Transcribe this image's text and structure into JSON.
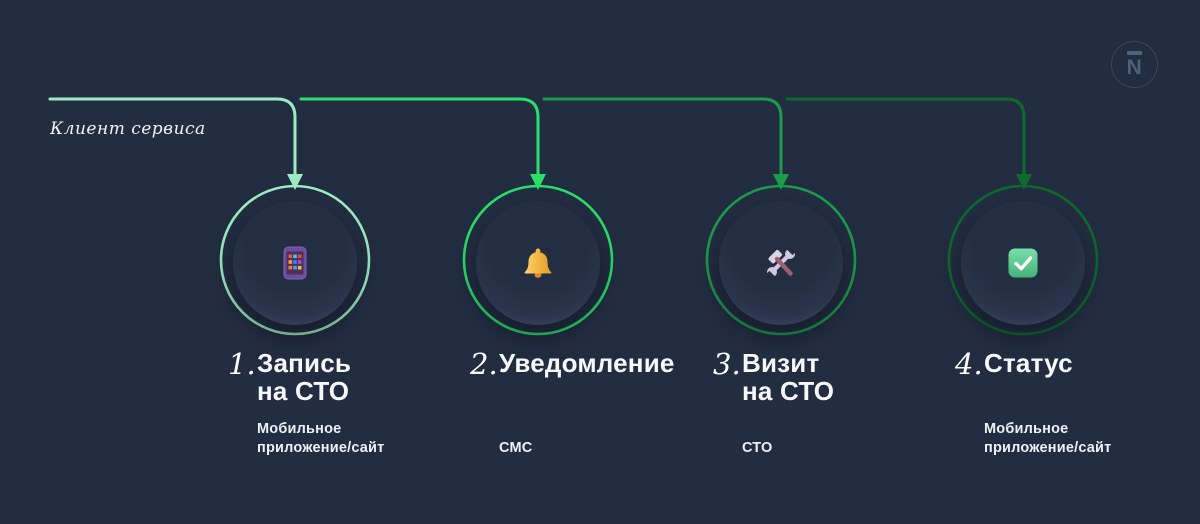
{
  "canvas": {
    "bg": "#232d41"
  },
  "logo": {
    "letter": "N"
  },
  "flow_label": {
    "text": "Клиент сервиса"
  },
  "steps": [
    {
      "number": "1.",
      "title_lines": [
        "Запись",
        "на СТО"
      ],
      "subtitle_lines": [
        "Мобильное",
        "приложение/сайт"
      ],
      "icon": "mobile-phone",
      "color": "#9debc1"
    },
    {
      "number": "2.",
      "title_lines": [
        "Уведомление"
      ],
      "subtitle_lines": [
        "СМС"
      ],
      "icon": "bell",
      "color": "#28df69"
    },
    {
      "number": "3.",
      "title_lines": [
        "Визит",
        "на СТО"
      ],
      "subtitle_lines": [
        "СТО"
      ],
      "icon": "hammer-wrench",
      "color": "#1c9c4a"
    },
    {
      "number": "4.",
      "title_lines": [
        "Статус"
      ],
      "subtitle_lines": [
        "Мобильное",
        "приложение/сайт"
      ],
      "icon": "check-mark",
      "color": "#0d6b2e"
    }
  ]
}
